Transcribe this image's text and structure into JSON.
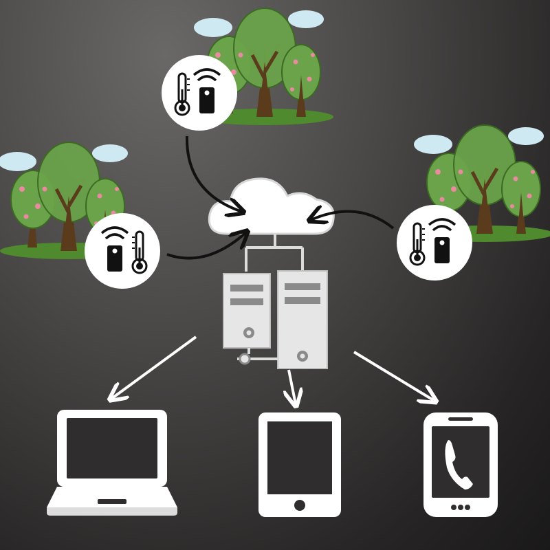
{
  "diagram": {
    "nodes": [
      {
        "id": "grove-top",
        "icon": "tree-cluster-icon"
      },
      {
        "id": "grove-left",
        "icon": "tree-cluster-icon"
      },
      {
        "id": "grove-right",
        "icon": "tree-cluster-icon"
      },
      {
        "id": "sensor-top",
        "icon": "thermometer-wireless-sensor-icon"
      },
      {
        "id": "sensor-left",
        "icon": "thermometer-wireless-sensor-icon"
      },
      {
        "id": "sensor-right",
        "icon": "thermometer-wireless-sensor-icon"
      },
      {
        "id": "cloud",
        "icon": "cloud-icon"
      },
      {
        "id": "servers",
        "icon": "server-tower-icon"
      },
      {
        "id": "laptop",
        "icon": "laptop-icon"
      },
      {
        "id": "tablet",
        "icon": "tablet-icon"
      },
      {
        "id": "phone",
        "icon": "smartphone-call-icon"
      }
    ],
    "edges": [
      {
        "from": "sensor-top",
        "to": "cloud"
      },
      {
        "from": "sensor-left",
        "to": "cloud"
      },
      {
        "from": "sensor-right",
        "to": "cloud"
      },
      {
        "from": "cloud",
        "to": "servers"
      },
      {
        "from": "servers",
        "to": "laptop"
      },
      {
        "from": "servers",
        "to": "tablet"
      },
      {
        "from": "servers",
        "to": "phone"
      }
    ]
  },
  "colors": {
    "background": "#2b2929",
    "foliage": "#6aa34a",
    "blossom": "#e98aa0",
    "trunk": "#5a3b1c",
    "sky_cloud": "#cfe9f2",
    "device": "#ffffff",
    "server": "#e6e6e6"
  }
}
